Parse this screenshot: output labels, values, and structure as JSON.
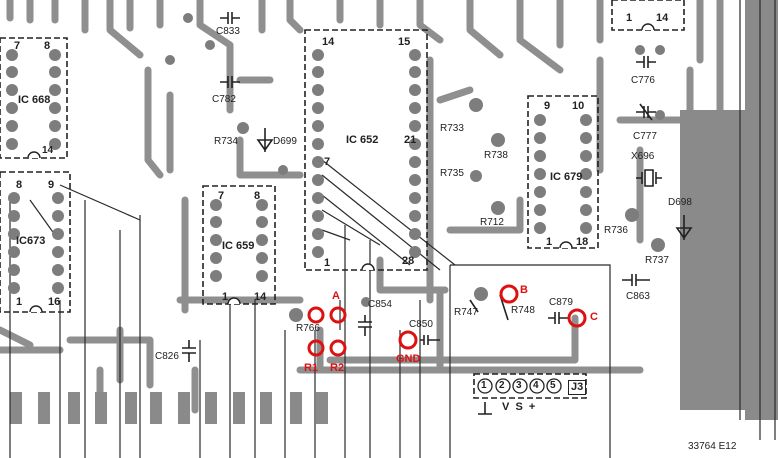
{
  "ics": {
    "ic668": {
      "name": "IC 668",
      "pin_tl": "7",
      "pin_tr": "8",
      "pin_br": "14"
    },
    "ic673": {
      "name": "IC673",
      "pin_tl": "8",
      "pin_tr": "9",
      "pin_bl": "1",
      "pin_br": "16"
    },
    "ic659": {
      "name": "IC 659",
      "pin_tl": "7",
      "pin_tr": "8",
      "pin_bl": "1",
      "pin_br": "14"
    },
    "ic652": {
      "name": "IC 652",
      "pin_tl": "14",
      "pin_tr": "15",
      "pin_mid": "7",
      "pin_r": "21",
      "pin_bl": "1",
      "pin_br": "28"
    },
    "ic679": {
      "name": "IC 679",
      "pin_tl": "9",
      "pin_tr": "10",
      "pin_bl": "1",
      "pin_br": "18"
    },
    "ic_top": {
      "pin_l": "1",
      "pin_r": "14"
    }
  },
  "components": {
    "c833": "C833",
    "c782": "C782",
    "r734": "R734",
    "d699": "D699",
    "r733": "R733",
    "r738": "R738",
    "r735": "R735",
    "r712": "R712",
    "c776": "C776",
    "c777": "C777",
    "x696": "X696",
    "d698": "D698",
    "r736": "R736",
    "r737": "R737",
    "c863": "C863",
    "c854": "C854",
    "c850": "C850",
    "r747": "R747",
    "r748": "R748",
    "c879": "C879",
    "r766": "R766",
    "c826": "C826"
  },
  "test_points": {
    "a": "A",
    "b": "B",
    "c": "C",
    "r1": "R1",
    "r2": "R2",
    "gnd": "GND"
  },
  "connector": {
    "name": "J3",
    "pins": [
      "1",
      "2",
      "3",
      "4",
      "5"
    ],
    "signals": "V  S  +"
  },
  "drawing_number": "33764 E12",
  "colors": {
    "ink": "#2a2a2a",
    "trace": "#8a8a8a",
    "pad": "#9a9a9a",
    "highlight": "#dd1111"
  }
}
